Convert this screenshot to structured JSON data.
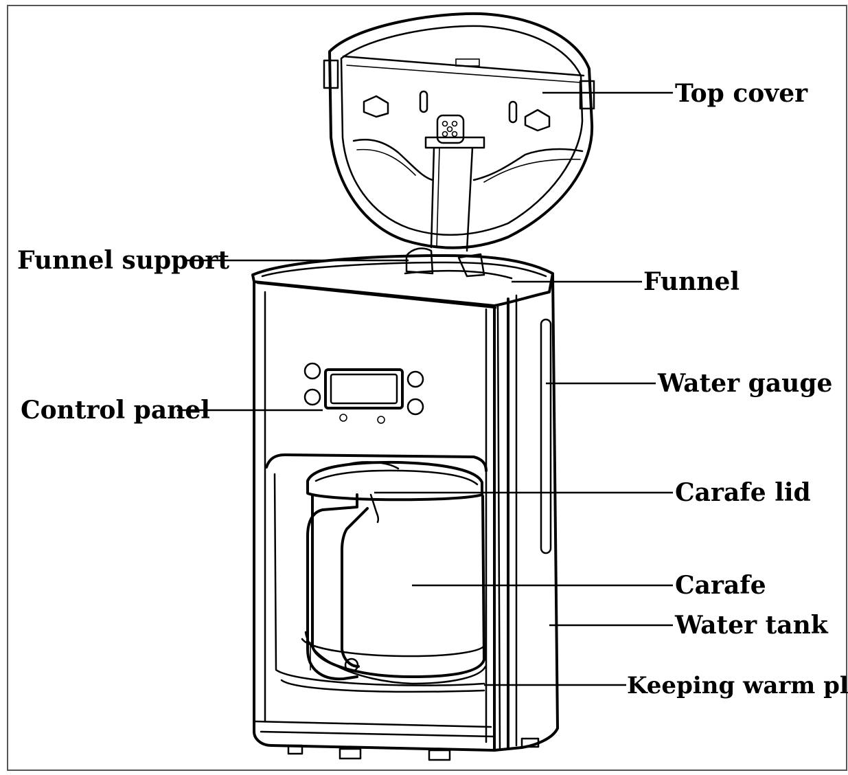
{
  "labels": {
    "top_cover": "Top cover",
    "funnel_support": "Funnel support",
    "funnel": "Funnel",
    "water_gauge": "Water gauge",
    "control_panel": "Control panel",
    "carafe_lid": "Carafe lid",
    "carafe": "Carafe",
    "water_tank": "Water tank",
    "keeping_warm_plate": "Keeping warm plate"
  }
}
